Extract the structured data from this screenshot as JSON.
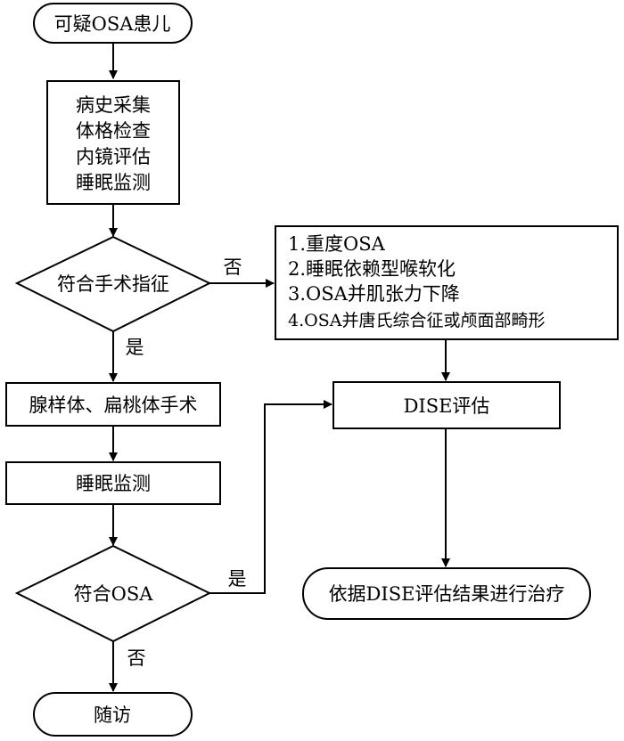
{
  "nodes": {
    "start": "可疑OSA患儿",
    "assessment": [
      "病史采集",
      "体格检查",
      "内镜评估",
      "睡眠监测"
    ],
    "surgery_indication": "符合手术指征",
    "nonsurgical_list": [
      "1.重度OSA",
      "2.睡眠依赖型喉软化",
      "3.OSA并肌张力下降",
      "4.OSA并唐氏综合征或颅面部畸形"
    ],
    "surgery": "腺样体、扁桃体手术",
    "post_sleep_study": "睡眠监测",
    "meets_osa": "符合OSA",
    "dise": "DISE评估",
    "treatment": "依据DISE评估结果进行治疗",
    "followup": "随访"
  },
  "edge_labels": {
    "indication_no": "否",
    "indication_yes": "是",
    "osa_yes": "是",
    "osa_no": "否"
  }
}
